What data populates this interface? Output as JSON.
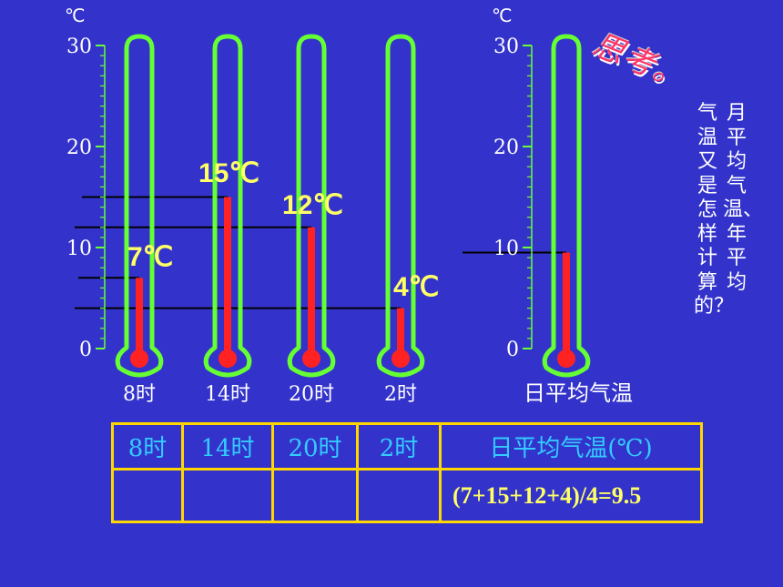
{
  "unit": "℃",
  "scale_labels": [
    "30",
    "20",
    "10",
    "0"
  ],
  "thermometers": [
    {
      "time": "8时",
      "temp": 7,
      "label": "7℃"
    },
    {
      "time": "14时",
      "temp": 15,
      "label": "15℃"
    },
    {
      "time": "20时",
      "temp": 12,
      "label": "12℃"
    },
    {
      "time": "2时",
      "temp": 4,
      "label": "4℃"
    }
  ],
  "average_thermometer": {
    "title": "日平均气温",
    "temp": 9.5
  },
  "think": "思考。",
  "question": {
    "line1": "月平均气温、年平均",
    "line2": "气温又是怎样计算的？"
  },
  "table": {
    "headers": [
      "8时",
      "14时",
      "20时",
      "2时"
    ],
    "avg_header": "日平均气温(℃)",
    "formula": "(7+15+12+4)/4=9.5"
  },
  "colors": {
    "background": "#3333cc",
    "tube": "#66ff33",
    "mercury": "#ff2222",
    "value": "#ffff66",
    "header": "#33ccff",
    "grid": "#ffd700"
  }
}
